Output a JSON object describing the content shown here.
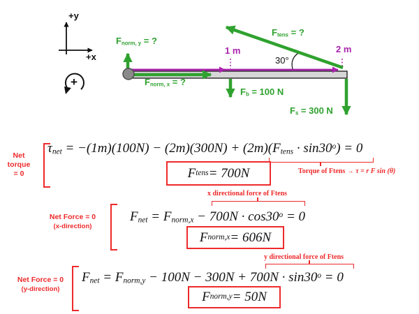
{
  "diagram": {
    "axes": {
      "y_label": "+y",
      "x_label": "+x"
    },
    "rotation_symbol": "+",
    "marks": {
      "one_m": "1 m",
      "two_m": "2 m"
    },
    "angle_label": "30°",
    "forces": {
      "fnorm_y": [
        {
          "t": "F"
        },
        {
          "t": "norm, y",
          "sub": true
        },
        {
          "t": " = ?"
        }
      ],
      "fnorm_x": [
        {
          "t": "F"
        },
        {
          "t": "norm, x",
          "sub": true
        },
        {
          "t": " = ?"
        }
      ],
      "ftens": [
        {
          "t": "F"
        },
        {
          "t": "tens",
          "sub": true
        },
        {
          "t": " = ?"
        }
      ],
      "fb": [
        {
          "t": "F"
        },
        {
          "t": "b",
          "sub": true
        },
        {
          "t": " = 100 N"
        }
      ],
      "fs": [
        {
          "t": "F"
        },
        {
          "t": "s",
          "sub": true
        },
        {
          "t": " = 300 N"
        }
      ]
    },
    "colors": {
      "green": "#2fa22f",
      "magenta": "#a922ad",
      "beam_fill": "#d6d6d6",
      "beam_stroke": "#222222",
      "pivot_fill": "#8a8a8a",
      "pivot_stroke": "#4f4f4f",
      "ink": "#111111"
    }
  },
  "equations": {
    "torque": {
      "label_line1": "Net torque",
      "label_line2": "= 0",
      "expr": [
        {
          "t": "τ"
        },
        {
          "t": "net",
          "sub": true
        },
        {
          "t": " = −(1m)(100N) − (2m)(300N) + (2m)(F"
        },
        {
          "t": "tens",
          "sub": true
        },
        {
          "t": " · sin30"
        },
        {
          "t": "o",
          "sup": true
        },
        {
          "t": ") = 0"
        }
      ],
      "result": [
        {
          "t": "F"
        },
        {
          "t": "tens",
          "sub": true
        },
        {
          "t": " = 700N"
        }
      ],
      "annotation_plain": "Torque of Ftens → ",
      "annotation_math": "τ = r F sin (θ)"
    },
    "force_x": {
      "label_line1": "Net Force = 0",
      "label_line2": "(x-direction)",
      "annotation": "x directional force of Ftens",
      "expr": [
        {
          "t": "F"
        },
        {
          "t": "net",
          "sub": true
        },
        {
          "t": " = F"
        },
        {
          "t": "norm,x",
          "sub": true
        },
        {
          "t": " − 700N · cos30"
        },
        {
          "t": "o",
          "sup": true
        },
        {
          "t": " = 0"
        }
      ],
      "result": [
        {
          "t": "F"
        },
        {
          "t": "norm,x",
          "sub": true
        },
        {
          "t": " = 606N"
        }
      ]
    },
    "force_y": {
      "label_line1": "Net Force = 0",
      "label_line2": "(y-direction)",
      "annotation": "y directional force of Ftens",
      "expr": [
        {
          "t": "F"
        },
        {
          "t": "net",
          "sub": true
        },
        {
          "t": " = F"
        },
        {
          "t": "norm,y",
          "sub": true
        },
        {
          "t": " − 100N − 300N + 700N · sin30"
        },
        {
          "t": "o",
          "sup": true
        },
        {
          "t": " = 0"
        }
      ],
      "result": [
        {
          "t": "F"
        },
        {
          "t": "norm,y",
          "sub": true
        },
        {
          "t": " = 50N"
        }
      ]
    },
    "accent_red": "#ee2a2b"
  }
}
